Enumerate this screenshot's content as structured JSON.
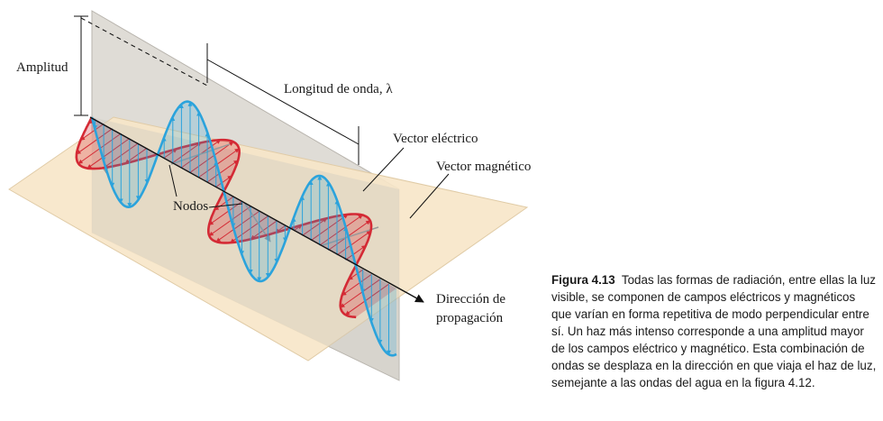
{
  "labels": {
    "amplitude": "Amplitud",
    "wavelength": "Longitud de onda, λ",
    "electric_vector": "Vector eléctrico",
    "magnetic_vector": "Vector magnético",
    "nodes": "Nodos",
    "direction_line1": "Dirección de",
    "direction_line2": "propagación"
  },
  "caption": {
    "figure": "Figura 4.13",
    "text": "Todas las formas de radiación, entre ellas la luz visible, se componen de campos eléctricos y magnéticos que varían en forma repetitiva de modo perpendicular entre sí. Un haz más intenso corresponde a una amplitud mayor de los campos eléctrico y magnético. Esta combinación de ondas se desplaza en la dirección en que viaja el haz de luz, semejante a las ondas del agua en la figura 4.12."
  },
  "colors": {
    "electric": "#2ba3dc",
    "magnetic": "#d42a35",
    "horizontal_plane": "#f7e6c8",
    "vertical_plane": "#d4d0c8"
  }
}
